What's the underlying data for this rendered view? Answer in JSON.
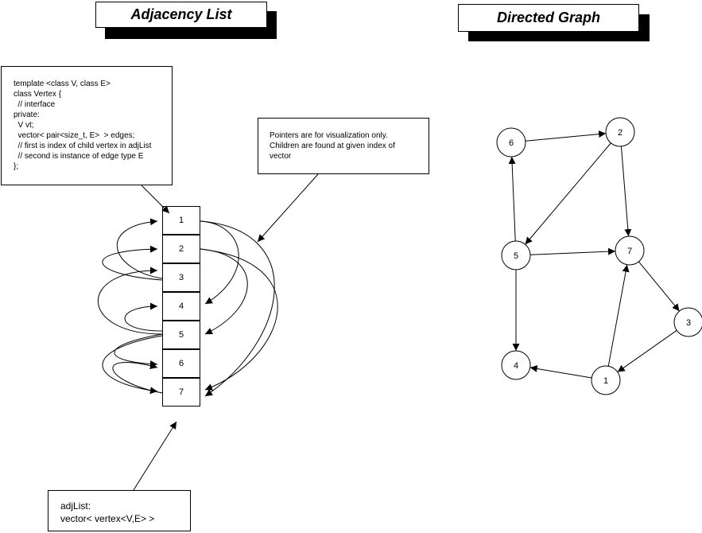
{
  "titles": {
    "adjacency": "Adjacency List",
    "directed": "Directed Graph"
  },
  "vertex_note": {
    "lines": [
      "template <class V, class E>",
      "class Vertex {",
      "  // interface",
      "private:",
      "  V vt;",
      "  vector< pair<size_t, E>  > edges;",
      "  // first is index of child vertex in adjList",
      "  // second is instance of edge type E",
      "};"
    ]
  },
  "pointer_note": {
    "text": "Pointers are for visualization only. Children are found at given index of vector"
  },
  "adjlist_note": {
    "line1": "adjList:",
    "line2": "vector< vertex<V,E> >"
  },
  "adjacency_cells": [
    "1",
    "2",
    "3",
    "4",
    "5",
    "6",
    "7"
  ],
  "graph": {
    "nodes": [
      "6",
      "2",
      "5",
      "7",
      "3",
      "4",
      "1"
    ],
    "edges": [
      [
        "6",
        "2"
      ],
      [
        "2",
        "5"
      ],
      [
        "2",
        "7"
      ],
      [
        "5",
        "6"
      ],
      [
        "5",
        "7"
      ],
      [
        "5",
        "4"
      ],
      [
        "7",
        "3"
      ],
      [
        "3",
        "1"
      ],
      [
        "1",
        "7"
      ],
      [
        "1",
        "4"
      ]
    ]
  }
}
